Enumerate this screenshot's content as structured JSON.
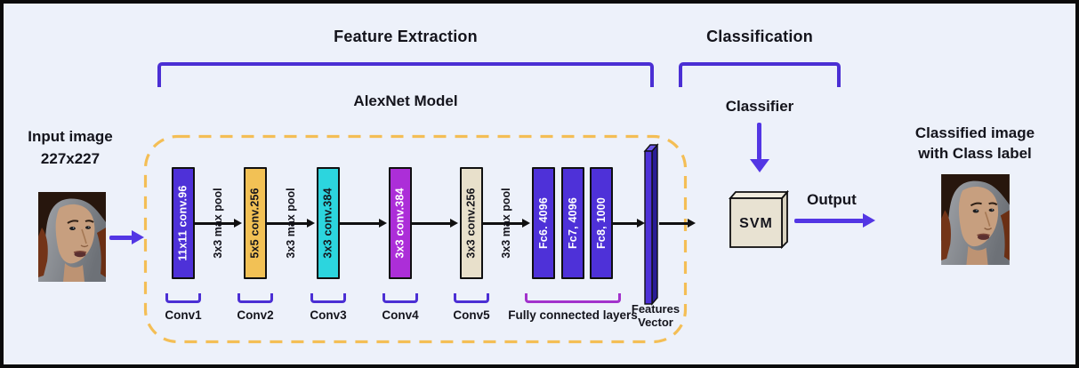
{
  "header": {
    "feature_extraction": "Feature Extraction",
    "classification": "Classification",
    "alexnet_model": "AlexNet Model",
    "classifier": "Classifier"
  },
  "input": {
    "label_line1": "Input image",
    "label_line2": "227x227"
  },
  "pipeline": {
    "blocks": [
      {
        "label": "11x11 conv.96",
        "fill": "#4E31D8",
        "text_color": "#ffffff"
      },
      {
        "label": "5x5 conv.256",
        "fill": "#F2C155",
        "text_color": "#16161c"
      },
      {
        "label": "3x3 conv.384",
        "fill": "#2CD5DE",
        "text_color": "#16161c"
      },
      {
        "label": "3x3 conv.384",
        "fill": "#AC2ED8",
        "text_color": "#ffffff"
      },
      {
        "label": "3x3 conv.256",
        "fill": "#E8E0CB",
        "text_color": "#16161c"
      },
      {
        "label": "Fc6. 4096",
        "fill": "#4E31D8",
        "text_color": "#ffffff"
      },
      {
        "label": "Fc7, 4096",
        "fill": "#4E31D8",
        "text_color": "#ffffff"
      },
      {
        "label": "Fc8, 1000",
        "fill": "#4E31D8",
        "text_color": "#ffffff"
      }
    ],
    "maxpool_labels": [
      "3x3 max pool",
      "3x3 max pool",
      "3x3 max pool"
    ],
    "group_labels": [
      "Conv1",
      "Conv2",
      "Conv3",
      "Conv4",
      "Conv5"
    ],
    "fc_group_label": "Fully connected layers",
    "features_vector_line1": "Features",
    "features_vector_line2": "Vector"
  },
  "classification": {
    "svm_label": "SVM",
    "output_label": "Output",
    "result_line1": "Classified image",
    "result_line2": "with Class label"
  },
  "colors": {
    "background": "#EDF1FA",
    "frame_border": "#0b0b0b",
    "bracket_purple": "#4B2FD4",
    "arrow_purple": "#5336E4",
    "dashed_border": "#F4BE55",
    "fc_bracket_magenta": "#A232CC",
    "flow_line": "#101010",
    "svm_fill": "#E8E2D2",
    "features_vector_fill": "#4E31D8"
  }
}
